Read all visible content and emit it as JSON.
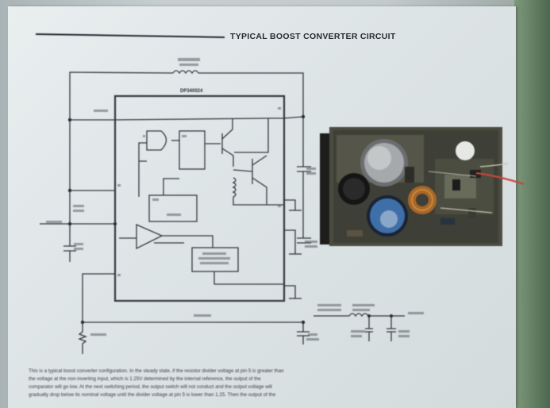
{
  "page": {
    "header_title": "TYPICAL BOOST CONVERTER CIRCUIT"
  },
  "schematic": {
    "ic_label": "DP340024"
  },
  "paragraph": {
    "lines": [
      "This is a typical boost converter configuration. In the steady state, if the resistor divider voltage at pin 5 is greater than",
      "the voltage at the non-inverting input, which is 1.25V determined by the internal reference, the output of the",
      "comparator will go low. At the next switching period, the output switch will not conduct and the output voltage will",
      "gradually drop below its nominal voltage until the divider voltage at pin 5 is lower than 1.25. Then the output of the"
    ]
  },
  "colors": {
    "ink": "#2a2d33",
    "paper": "#e4eaeb",
    "board": "#4a4a3e",
    "cap_blue": "#3f6fa8"
  }
}
